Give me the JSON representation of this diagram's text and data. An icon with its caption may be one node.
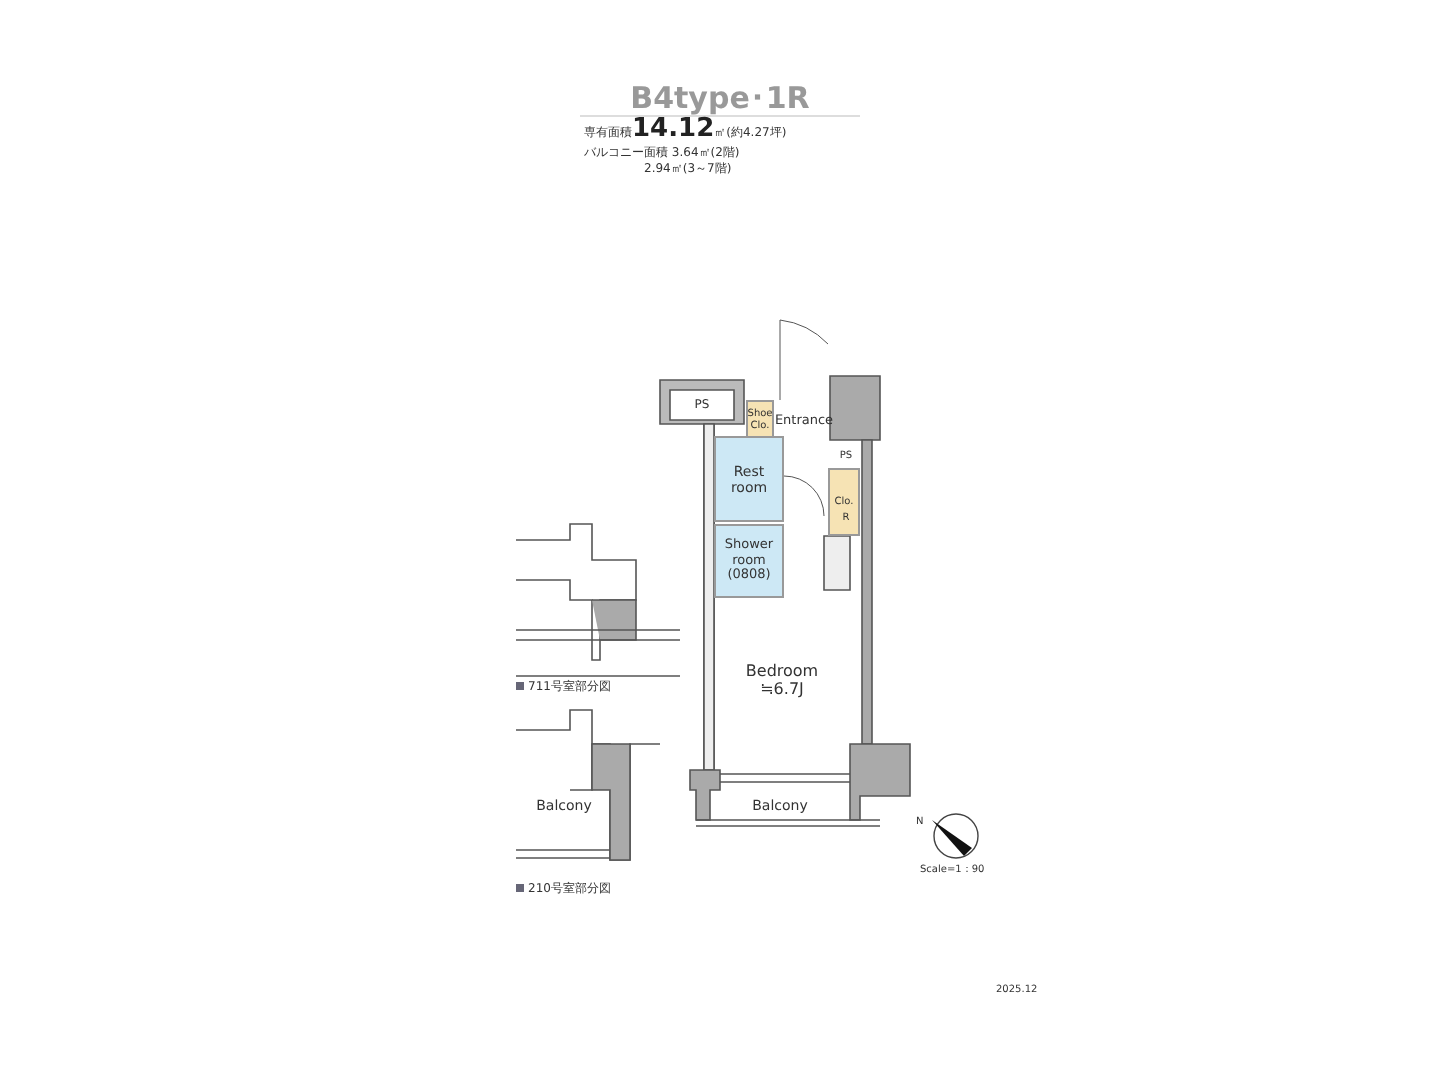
{
  "diagram": {
    "title": "B4type･1R",
    "nodes": [
      {
        "text": [
          "PS"
        ]
      },
      {
        "text": [
          "Shoe Clo."
        ]
      },
      {
        "text": [
          "Entrance"
        ]
      },
      {
        "text": [
          "PS"
        ]
      },
      {
        "text": [
          "Clo."
        ]
      },
      {
        "text": [
          "R"
        ],
        "in": 4
      },
      {
        "text": [
          "Rest room"
        ]
      },
      {
        "text": [
          "Shower room (0808)"
        ]
      },
      {
        "text": [
          "Bedroom",
          "≒6.7J"
        ]
      },
      {
        "text": [
          "Balcony"
        ]
      },
      {
        "text": [
          "Balcony"
        ]
      }
    ],
    "labels": [
      "専有面積**14.12**㎡(約4.27坪)",
      "バルコニー面積 3.64㎡(2階)",
      "2.94㎡(3～7階)",
      "711号室部分図",
      "210号室部分図",
      "N",
      "Scale=1：90",
      "2025.12"
    ]
  }
}
